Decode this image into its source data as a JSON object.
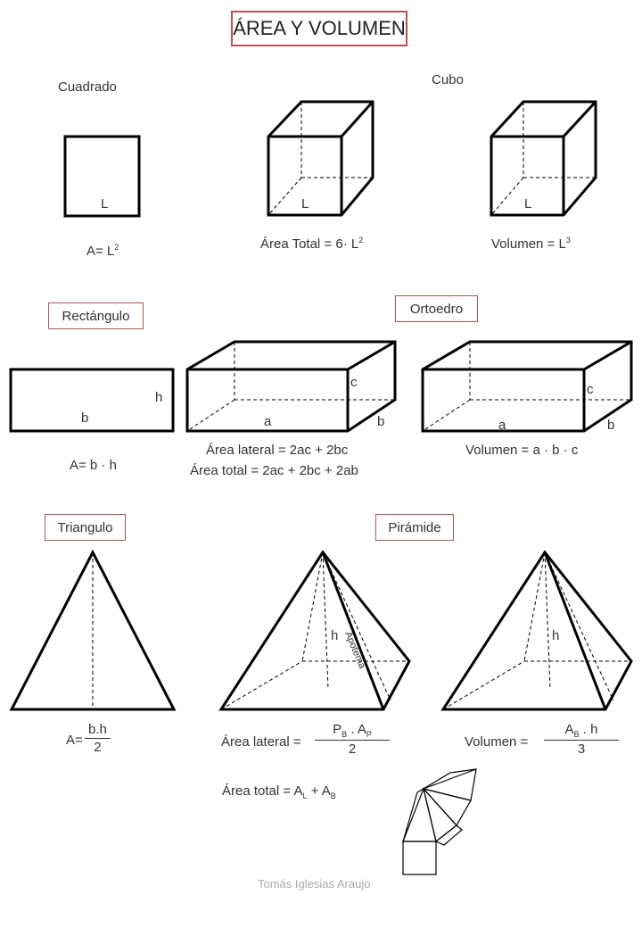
{
  "title": "ÁREA Y VOLUMEN",
  "labels": {
    "cuadrado": "Cuadrado",
    "cubo": "Cubo",
    "rectangulo": "Rectángulo",
    "ortoedro": "Ortoedro",
    "triangulo": "Triangulo",
    "piramide": "Pirámide"
  },
  "dims": {
    "L": "L",
    "a": "a",
    "b": "b",
    "c": "c",
    "h": "h",
    "apotema": "Apotema"
  },
  "formulas": {
    "cuadrado_area": "A= L",
    "cubo_area": "Área Total = 6· L",
    "cubo_volumen": "Volumen = L",
    "exp2": "2",
    "exp3": "3",
    "rect_area": "A= b · h",
    "orto_lateral": "Área lateral = 2ac + 2bc",
    "orto_total": "Área total = 2ac + 2bc + 2ab",
    "orto_volumen": "Volumen = a · b · c",
    "tri_prefix": "A=",
    "tri_num": "b.h",
    "tri_den": "2",
    "pir_lateral_prefix": "Área lateral =",
    "pir_lateral_num_P": "P",
    "pir_lateral_num_sep": " . A",
    "sub_B": "B",
    "sub_P": "P",
    "sub_L": "L",
    "pir_lateral_den": "2",
    "pir_vol_prefix": "Volumen =",
    "pir_vol_num_A": "A",
    "pir_vol_num_rest": " . h",
    "pir_vol_den": "3",
    "pir_total_prefix": "Área total = A",
    "pir_total_plus": " +  A"
  },
  "footer": "Tomás Iglesias Araujo",
  "colors": {
    "accent": "#c0504d",
    "ink": "#000000",
    "text": "#333333",
    "footer": "#aaaaaa"
  }
}
